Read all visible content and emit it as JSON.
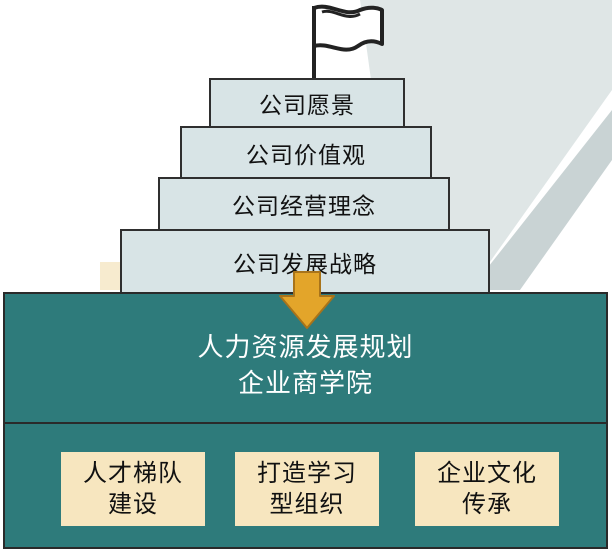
{
  "colors": {
    "tier_fill": "#d8e4e6",
    "academy_fill": "#2e7b7b",
    "pillar_fill": "#f7e6bf",
    "arrow_fill": "#e3a52a",
    "background_band": "#dfe6e6"
  },
  "pyramid": {
    "tiers": [
      {
        "label": "公司愿景"
      },
      {
        "label": "公司价值观"
      },
      {
        "label": "公司经营理念"
      },
      {
        "label": "公司发展战略"
      }
    ]
  },
  "academy": {
    "title_line1": "人力资源发展规划",
    "title_line2": "企业商学院"
  },
  "pillars": [
    {
      "line1": "人才梯队",
      "line2": "建设"
    },
    {
      "line1": "打造学习",
      "line2": "型组织"
    },
    {
      "line1": "企业文化",
      "line2": "传承"
    }
  ],
  "icons": {
    "flag": "flag-icon",
    "arrow": "arrow-down-icon"
  }
}
